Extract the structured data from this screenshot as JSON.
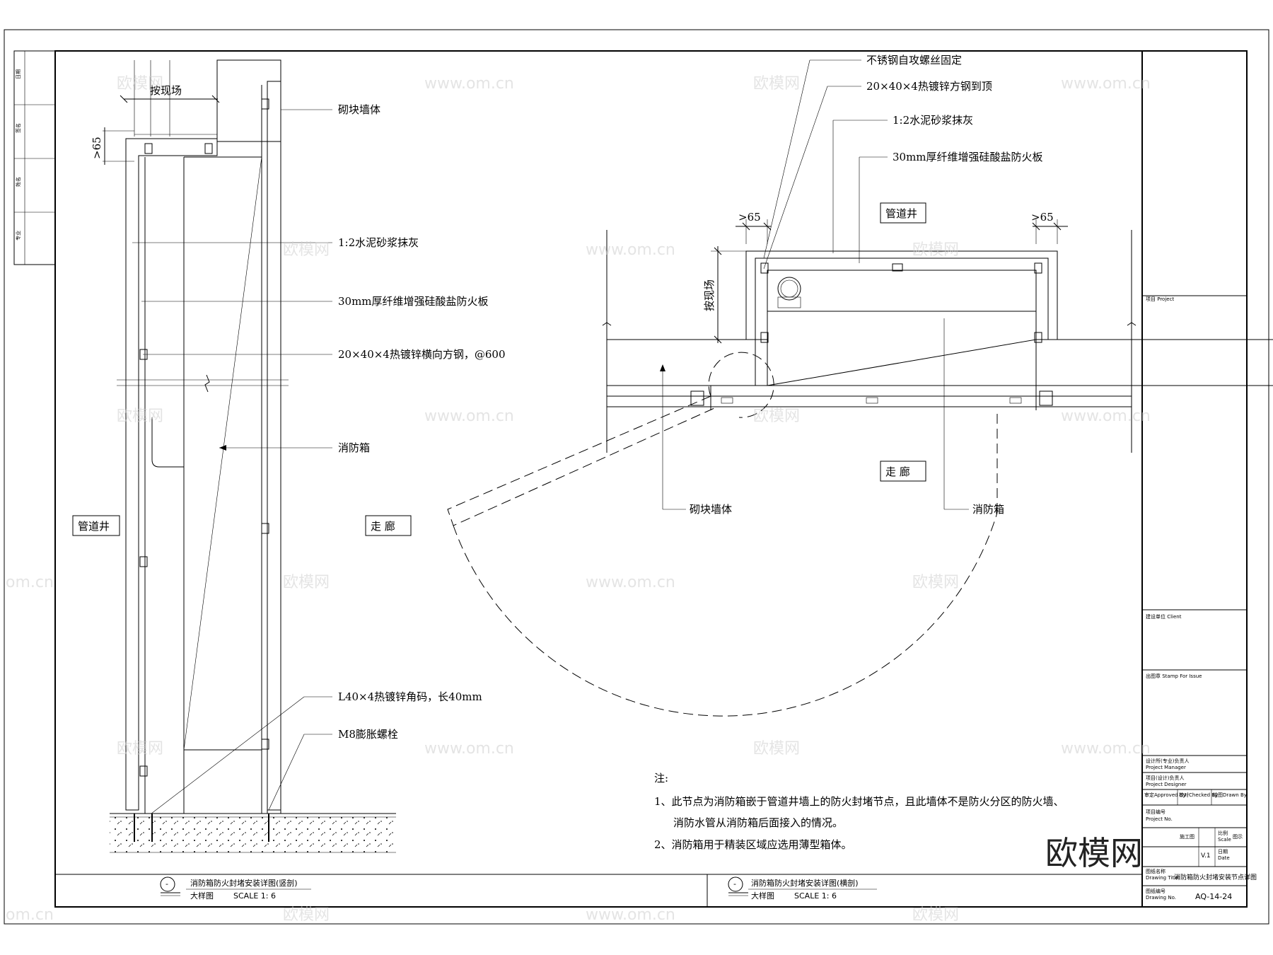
{
  "drawing": {
    "left_view": {
      "dim_site": "按现场",
      "dim_65": ">65",
      "room_left": "管道井",
      "room_right": "走  廊",
      "labels": [
        "砌块墙体",
        "1:2水泥砂浆抹灰",
        "30mm厚纤维增强硅酸盐防火板",
        "20×40×4热镀锌横向方钢，@600",
        "消防箱",
        "L40×4热镀锌角码，长40mm",
        "M8膨胀螺栓"
      ],
      "title_symbol": "-",
      "title": "消防箱防火封堵安装详图(竖剖)",
      "subtitle": "大样图",
      "scale": "SCALE  1:  6"
    },
    "right_view": {
      "labels_top": [
        "不锈钢自攻螺丝固定",
        "20×40×4热镀锌方钢到顶",
        "1:2水泥砂浆抹灰",
        "30mm厚纤维增强硅酸盐防火板"
      ],
      "room_top": "管道井",
      "room_bottom": "走  廊",
      "dim_65_left": ">65",
      "dim_65_right": ">65",
      "dim_site": "按现场",
      "label_wall": "砌块墙体",
      "label_box": "消防箱",
      "title_symbol": "-",
      "title": "消防箱防火封堵安装详图(横剖)",
      "subtitle": "大样图",
      "scale": "SCALE  1:  6"
    },
    "notes": {
      "heading": "注:",
      "line1": "1、此节点为消防箱嵌于管道井墙上的防火封堵节点，且此墙体不是防火分区的防火墙、",
      "line2": "消防水管从消防箱后面接入的情况。",
      "line3": "2、消防箱用于精装区域应选用薄型箱体。"
    }
  },
  "left_strip": {
    "labels": [
      "日期",
      "签名",
      "姓名",
      "专业"
    ]
  },
  "title_block": {
    "project": "项目 Project",
    "client": "建设单位 Client",
    "stamp": "出图章 Stamp For Issue",
    "manager": "设计所(专业)负责人",
    "manager_en": "Project Manager",
    "designer": "项目(设计)负责人",
    "designer_en": "Project Designer",
    "approved": "审定Approved By",
    "checked": "校对Checked By",
    "drawn": "绘图Drawn By",
    "project_no": "项目编号",
    "project_no_en": "Project No.",
    "stage_label": "施工图",
    "scale_label": "比例",
    "scale_en": "Scale",
    "scale_value": "图示",
    "version": "V.1",
    "date_label": "日期",
    "date_en": "Date",
    "drawing_title_label": "图纸名称",
    "drawing_title_en": "Drawing Title",
    "drawing_title": "消防箱防火封堵安装节点详图",
    "drawing_no_label": "图纸编号",
    "drawing_no_en": "Drawing No.",
    "drawing_no": "AQ-14-24"
  },
  "watermark": {
    "text": "欧模网",
    "url": "www.om.cn",
    "url_partial": "om.cn",
    "big": "欧模网"
  }
}
